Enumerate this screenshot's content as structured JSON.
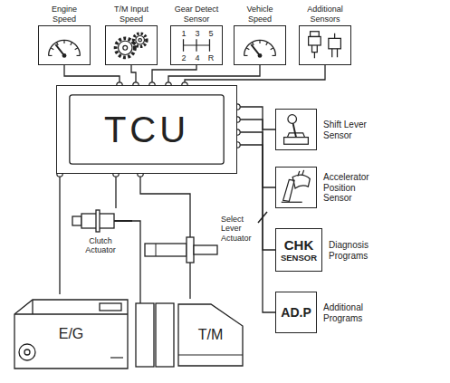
{
  "diagram": {
    "nodes": [
      {
        "text": [
          "Engine Speed"
        ]
      },
      {
        "text": [
          "T/M Input Speed"
        ]
      },
      {
        "text": [
          "Gear Detect Sensor",
          "1",
          "3",
          "5",
          "2",
          "4",
          "R"
        ]
      },
      {
        "text": [
          "Vehicle Speed"
        ]
      },
      {
        "text": [
          "Additional Sensors"
        ]
      },
      {
        "text": [
          "TCU"
        ]
      },
      {
        "text": [
          "Shift Lever Sensor"
        ]
      },
      {
        "text": [
          "Accelerator Position Sensor"
        ]
      },
      {
        "text": [
          "CHK SENSOR",
          "Diagnosis Programs"
        ]
      },
      {
        "text": [
          "AD.P",
          "Additional Programs"
        ]
      },
      {
        "text": [
          "Clutch Actuator"
        ]
      },
      {
        "text": [
          "Select Lever Actuator"
        ]
      },
      {
        "text": [
          "E/G"
        ]
      },
      {
        "text": [
          "T/M"
        ]
      }
    ],
    "edges": [
      {
        "from": 0,
        "to": 5,
        "arrow": "none"
      },
      {
        "from": 1,
        "to": 5,
        "arrow": "none"
      },
      {
        "from": 2,
        "to": 5,
        "arrow": "none"
      },
      {
        "from": 3,
        "to": 5,
        "arrow": "none"
      },
      {
        "from": 4,
        "to": 5,
        "arrow": "none"
      },
      {
        "from": 5,
        "to": 6,
        "arrow": "none"
      },
      {
        "from": 5,
        "to": 7,
        "arrow": "none"
      },
      {
        "from": 5,
        "to": 8,
        "arrow": "none"
      },
      {
        "from": 5,
        "to": 9,
        "arrow": "none"
      },
      {
        "from": 5,
        "to": 10,
        "arrow": "none"
      },
      {
        "from": 5,
        "to": 11,
        "arrow": "none"
      },
      {
        "from": 5,
        "to": 12,
        "arrow": "none"
      },
      {
        "from": 11,
        "to": 13,
        "arrow": "none"
      }
    ]
  }
}
